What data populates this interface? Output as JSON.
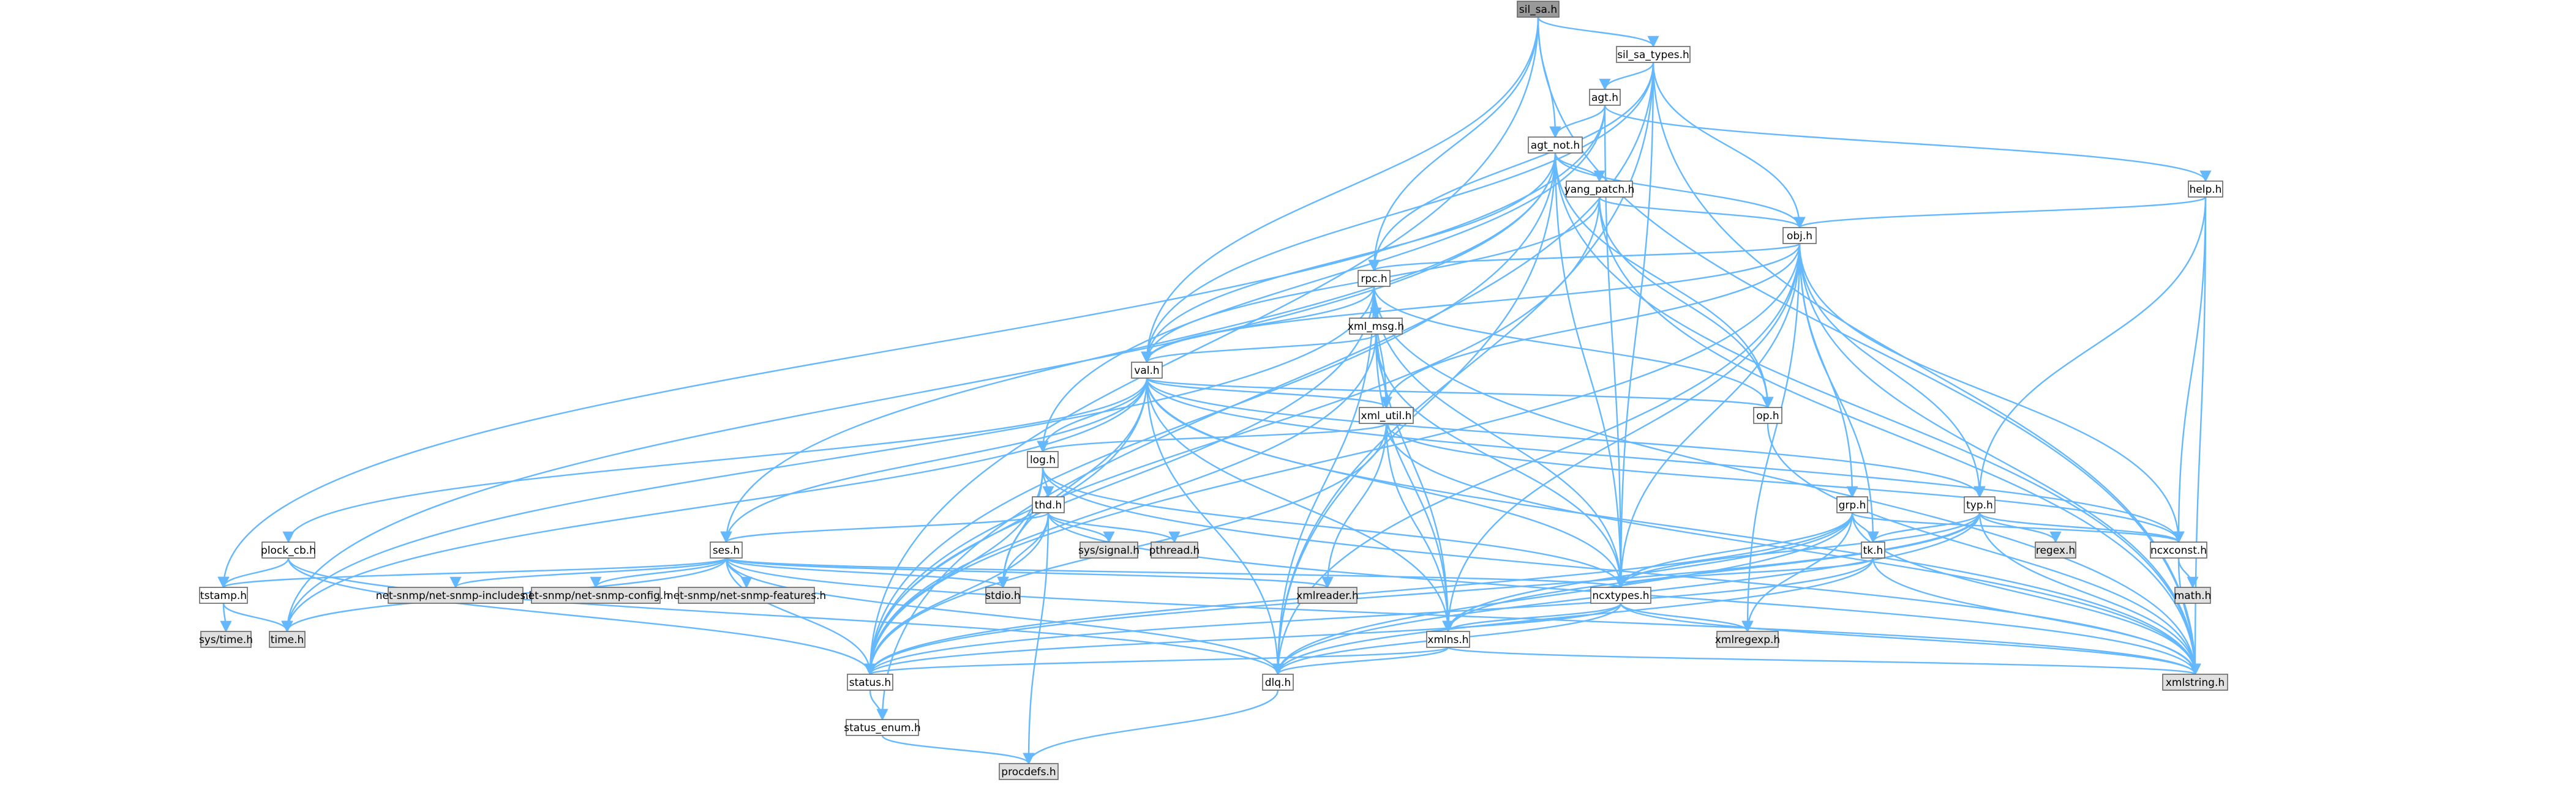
{
  "colors": {
    "edge": "#63b8ff",
    "node_fill": "#ffffff",
    "node_fill_external": "#e0e0e0",
    "node_fill_root": "#999999",
    "node_border": "#666666",
    "text": "#000000"
  },
  "nodes": {
    "sil_sa_h": {
      "label": "sil_sa.h",
      "kind": "root"
    },
    "sil_sa_types_h": {
      "label": "sil_sa_types.h",
      "kind": "file"
    },
    "agt_h": {
      "label": "agt.h",
      "kind": "file"
    },
    "agt_not_h": {
      "label": "agt_not.h",
      "kind": "file"
    },
    "yang_patch_h": {
      "label": "yang_patch.h",
      "kind": "file"
    },
    "help_h": {
      "label": "help.h",
      "kind": "file"
    },
    "obj_h": {
      "label": "obj.h",
      "kind": "file"
    },
    "rpc_h": {
      "label": "rpc.h",
      "kind": "file"
    },
    "xml_msg_h": {
      "label": "xml_msg.h",
      "kind": "file"
    },
    "val_h": {
      "label": "val.h",
      "kind": "file"
    },
    "xml_util_h": {
      "label": "xml_util.h",
      "kind": "file"
    },
    "op_h": {
      "label": "op.h",
      "kind": "file"
    },
    "log_h": {
      "label": "log.h",
      "kind": "file"
    },
    "thd_h": {
      "label": "thd.h",
      "kind": "file"
    },
    "grp_h": {
      "label": "grp.h",
      "kind": "file"
    },
    "typ_h": {
      "label": "typ.h",
      "kind": "file"
    },
    "plock_cb_h": {
      "label": "plock_cb.h",
      "kind": "file"
    },
    "ses_h": {
      "label": "ses.h",
      "kind": "file"
    },
    "tk_h": {
      "label": "tk.h",
      "kind": "file"
    },
    "ncxconst_h": {
      "label": "ncxconst.h",
      "kind": "file"
    },
    "tstamp_h": {
      "label": "tstamp.h",
      "kind": "file"
    },
    "ncxtypes_h": {
      "label": "ncxtypes.h",
      "kind": "file"
    },
    "xmlns_h": {
      "label": "xmlns.h",
      "kind": "file"
    },
    "status_h": {
      "label": "status.h",
      "kind": "file"
    },
    "dlq_h": {
      "label": "dlq.h",
      "kind": "file"
    },
    "status_enum_h": {
      "label": "status_enum.h",
      "kind": "file"
    },
    "sys_signal_h": {
      "label": "sys/signal.h",
      "kind": "external"
    },
    "pthread_h": {
      "label": "pthread.h",
      "kind": "external"
    },
    "regex_h": {
      "label": "regex.h",
      "kind": "external"
    },
    "net_snmp_includes_h": {
      "label": "net-snmp/net-snmp-includes.h",
      "kind": "external"
    },
    "net_snmp_config_h": {
      "label": "net-snmp/net-snmp-config.h",
      "kind": "external"
    },
    "net_snmp_features_h": {
      "label": "net-snmp/net-snmp-features.h",
      "kind": "external"
    },
    "stdio_h": {
      "label": "stdio.h",
      "kind": "external"
    },
    "xmlreader_h": {
      "label": "xmlreader.h",
      "kind": "external"
    },
    "math_h": {
      "label": "math.h",
      "kind": "external"
    },
    "sys_time_h": {
      "label": "sys/time.h",
      "kind": "external"
    },
    "time_h": {
      "label": "time.h",
      "kind": "external"
    },
    "xmlregexp_h": {
      "label": "xmlregexp.h",
      "kind": "external"
    },
    "xmlstring_h": {
      "label": "xmlstring.h",
      "kind": "external"
    },
    "procdefs_h": {
      "label": "procdefs.h",
      "kind": "external"
    }
  },
  "edges": [
    [
      "sil_sa_h",
      "sil_sa_types_h"
    ],
    [
      "sil_sa_h",
      "agt_not_h"
    ],
    [
      "sil_sa_h",
      "rpc_h"
    ],
    [
      "sil_sa_h",
      "val_h"
    ],
    [
      "sil_sa_h",
      "xmlstring_h"
    ],
    [
      "sil_sa_h",
      "status_h"
    ],
    [
      "sil_sa_types_h",
      "agt_h"
    ],
    [
      "sil_sa_types_h",
      "obj_h"
    ],
    [
      "sil_sa_types_h",
      "rpc_h"
    ],
    [
      "sil_sa_types_h",
      "val_h"
    ],
    [
      "sil_sa_types_h",
      "ncxtypes_h"
    ],
    [
      "sil_sa_types_h",
      "dlq_h"
    ],
    [
      "sil_sa_types_h",
      "status_enum_h"
    ],
    [
      "sil_sa_types_h",
      "xmlstring_h"
    ],
    [
      "agt_h",
      "agt_not_h"
    ],
    [
      "agt_h",
      "help_h"
    ],
    [
      "agt_h",
      "tstamp_h"
    ],
    [
      "agt_h",
      "ncxtypes_h"
    ],
    [
      "agt_h",
      "log_h"
    ],
    [
      "agt_not_h",
      "yang_patch_h"
    ],
    [
      "agt_not_h",
      "obj_h"
    ],
    [
      "agt_not_h",
      "val_h"
    ],
    [
      "agt_not_h",
      "ses_h"
    ],
    [
      "agt_not_h",
      "ncxtypes_h"
    ],
    [
      "agt_not_h",
      "status_h"
    ],
    [
      "agt_not_h",
      "op_h"
    ],
    [
      "agt_not_h",
      "dlq_h"
    ],
    [
      "agt_not_h",
      "xmlstring_h"
    ],
    [
      "agt_not_h",
      "time_h"
    ],
    [
      "yang_patch_h",
      "obj_h"
    ],
    [
      "yang_patch_h",
      "val_h"
    ],
    [
      "yang_patch_h",
      "status_h"
    ],
    [
      "yang_patch_h",
      "op_h"
    ],
    [
      "yang_patch_h",
      "xmlstring_h"
    ],
    [
      "help_h",
      "obj_h"
    ],
    [
      "help_h",
      "typ_h"
    ],
    [
      "help_h",
      "ncxconst_h"
    ],
    [
      "help_h",
      "xmlstring_h"
    ],
    [
      "obj_h",
      "rpc_h"
    ],
    [
      "obj_h",
      "val_h"
    ],
    [
      "obj_h",
      "xml_util_h"
    ],
    [
      "obj_h",
      "grp_h"
    ],
    [
      "obj_h",
      "typ_h"
    ],
    [
      "obj_h",
      "tk_h"
    ],
    [
      "obj_h",
      "ncxconst_h"
    ],
    [
      "obj_h",
      "ncxtypes_h"
    ],
    [
      "obj_h",
      "xmlns_h"
    ],
    [
      "obj_h",
      "status_h"
    ],
    [
      "obj_h",
      "dlq_h"
    ],
    [
      "obj_h",
      "xmlregexp_h"
    ],
    [
      "obj_h",
      "xmlstring_h"
    ],
    [
      "rpc_h",
      "xml_msg_h"
    ],
    [
      "rpc_h",
      "val_h"
    ],
    [
      "rpc_h",
      "xml_util_h"
    ],
    [
      "rpc_h",
      "op_h"
    ],
    [
      "rpc_h",
      "ncxtypes_h"
    ],
    [
      "rpc_h",
      "xmlns_h"
    ],
    [
      "rpc_h",
      "status_h"
    ],
    [
      "rpc_h",
      "dlq_h"
    ],
    [
      "rpc_h",
      "xmlstring_h"
    ],
    [
      "rpc_h",
      "time_h"
    ],
    [
      "xml_msg_h",
      "val_h"
    ],
    [
      "xml_msg_h",
      "xml_util_h"
    ],
    [
      "xml_msg_h",
      "ncxtypes_h"
    ],
    [
      "xml_msg_h",
      "xmlns_h"
    ],
    [
      "xml_msg_h",
      "status_h"
    ],
    [
      "val_h",
      "xml_util_h"
    ],
    [
      "val_h",
      "op_h"
    ],
    [
      "val_h",
      "log_h"
    ],
    [
      "val_h",
      "typ_h"
    ],
    [
      "val_h",
      "plock_cb_h"
    ],
    [
      "val_h",
      "ses_h"
    ],
    [
      "val_h",
      "ncxconst_h"
    ],
    [
      "val_h",
      "ncxtypes_h"
    ],
    [
      "val_h",
      "xmlns_h"
    ],
    [
      "val_h",
      "status_h"
    ],
    [
      "val_h",
      "dlq_h"
    ],
    [
      "val_h",
      "xmlstring_h"
    ],
    [
      "val_h",
      "time_h"
    ],
    [
      "val_h",
      "stdio_h"
    ],
    [
      "xml_util_h",
      "log_h"
    ],
    [
      "xml_util_h",
      "ncxconst_h"
    ],
    [
      "xml_util_h",
      "xmlns_h"
    ],
    [
      "xml_util_h",
      "status_h"
    ],
    [
      "xml_util_h",
      "xmlreader_h"
    ],
    [
      "xml_util_h",
      "xmlstring_h"
    ],
    [
      "op_h",
      "xmlstring_h"
    ],
    [
      "log_h",
      "thd_h"
    ],
    [
      "log_h",
      "status_h"
    ],
    [
      "log_h",
      "ncxtypes_h"
    ],
    [
      "log_h",
      "stdio_h"
    ],
    [
      "log_h",
      "xmlstring_h"
    ],
    [
      "thd_h",
      "ses_h"
    ],
    [
      "thd_h",
      "sys_signal_h"
    ],
    [
      "thd_h",
      "pthread_h"
    ],
    [
      "thd_h",
      "status_h"
    ],
    [
      "thd_h",
      "procdefs_h"
    ],
    [
      "thd_h",
      "stdio_h"
    ],
    [
      "thd_h",
      "xmlstring_h"
    ],
    [
      "grp_h",
      "tk_h"
    ],
    [
      "grp_h",
      "ncxconst_h"
    ],
    [
      "grp_h",
      "ncxtypes_h"
    ],
    [
      "grp_h",
      "xmlns_h"
    ],
    [
      "grp_h",
      "status_h"
    ],
    [
      "grp_h",
      "dlq_h"
    ],
    [
      "grp_h",
      "xmlregexp_h"
    ],
    [
      "grp_h",
      "xmlstring_h"
    ],
    [
      "typ_h",
      "tk_h"
    ],
    [
      "typ_h",
      "ncxconst_h"
    ],
    [
      "typ_h",
      "ncxtypes_h"
    ],
    [
      "typ_h",
      "xmlns_h"
    ],
    [
      "typ_h",
      "status_h"
    ],
    [
      "typ_h",
      "dlq_h"
    ],
    [
      "typ_h",
      "regex_h"
    ],
    [
      "typ_h",
      "xmlstring_h"
    ],
    [
      "plock_cb_h",
      "tstamp_h"
    ],
    [
      "plock_cb_h",
      "status_h"
    ],
    [
      "plock_cb_h",
      "dlq_h"
    ],
    [
      "ses_h",
      "tstamp_h"
    ],
    [
      "ses_h",
      "net_snmp_includes_h"
    ],
    [
      "ses_h",
      "net_snmp_config_h"
    ],
    [
      "ses_h",
      "net_snmp_features_h"
    ],
    [
      "ses_h",
      "stdio_h"
    ],
    [
      "ses_h",
      "xmlreader_h"
    ],
    [
      "ses_h",
      "ncxtypes_h"
    ],
    [
      "ses_h",
      "status_h"
    ],
    [
      "ses_h",
      "dlq_h"
    ],
    [
      "ses_h",
      "time_h"
    ],
    [
      "ses_h",
      "xmlstring_h"
    ],
    [
      "tk_h",
      "ncxtypes_h"
    ],
    [
      "tk_h",
      "status_h"
    ],
    [
      "tk_h",
      "dlq_h"
    ],
    [
      "tk_h",
      "xmlstring_h"
    ],
    [
      "ncxconst_h",
      "math_h"
    ],
    [
      "ncxconst_h",
      "xmlstring_h"
    ],
    [
      "tstamp_h",
      "sys_time_h"
    ],
    [
      "tstamp_h",
      "time_h"
    ],
    [
      "ncxtypes_h",
      "xmlns_h"
    ],
    [
      "ncxtypes_h",
      "status_h"
    ],
    [
      "ncxtypes_h",
      "dlq_h"
    ],
    [
      "ncxtypes_h",
      "xmlregexp_h"
    ],
    [
      "ncxtypes_h",
      "xmlstring_h"
    ],
    [
      "xmlns_h",
      "status_h"
    ],
    [
      "xmlns_h",
      "dlq_h"
    ],
    [
      "xmlns_h",
      "xmlstring_h"
    ],
    [
      "status_h",
      "status_enum_h"
    ],
    [
      "status_enum_h",
      "procdefs_h"
    ],
    [
      "dlq_h",
      "procdefs_h"
    ]
  ]
}
